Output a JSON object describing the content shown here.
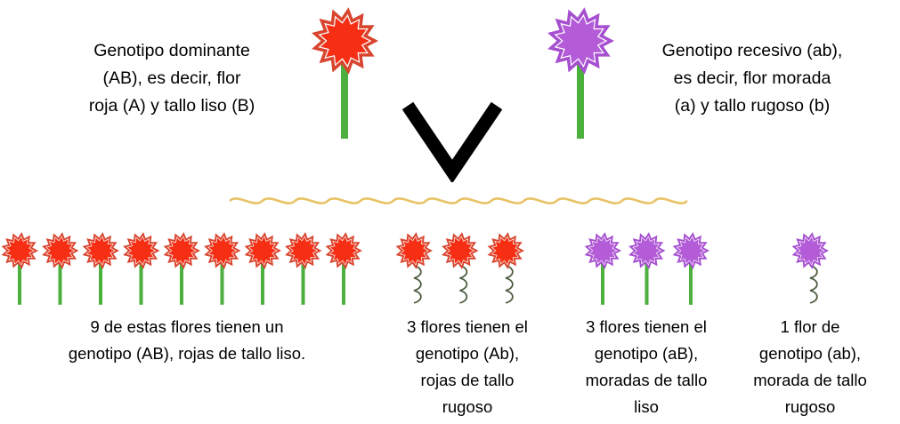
{
  "diagram": {
    "title_text_left": "Genotipo dominante\n(AB), es decir, flor\nroja (A) y tallo liso (B)",
    "title_text_right": "Genotipo recesivo (ab),\nes decir, flor morada\n(a) y tallo rugoso (b)"
  },
  "parents": {
    "dominant": {
      "label": "Genotipo dominante\n(AB), es decir, flor\nroja (A) y tallo liso (B)",
      "flower_color": "#f62e13",
      "flower_edge_color": "#d8452e",
      "stem_color": "#4caf3e",
      "stem_type": "liso"
    },
    "recessive": {
      "label": "Genotipo recesivo (ab),\nes decir, flor morada\n(a) y tallo rugoso (b)",
      "flower_color": "#b45bd8",
      "flower_edge_color": "#a64fd0",
      "stem_color": "#4caf3e",
      "stem_type": "liso"
    }
  },
  "connector": {
    "chevron_name": "v-chevron",
    "chevron_color": "#000000",
    "wave_name": "wavy-divider",
    "wave_color": "#e8c264",
    "wave_cycles": 14
  },
  "offspring": [
    {
      "id": "group-ab-dominant",
      "count": 9,
      "flower_color": "#f62e13",
      "flower_edge_color": "#d8452e",
      "stem_color": "#4caf3e",
      "stem_type": "liso",
      "caption": "9 de estas flores tienen un\ngenotipo (AB), rojas de tallo liso."
    },
    {
      "id": "group-Ab",
      "count": 3,
      "flower_color": "#f62e13",
      "flower_edge_color": "#d8452e",
      "stem_color": "#4a5a3c",
      "stem_type": "rugoso",
      "caption": "3 flores tienen el\ngenotipo (Ab),\nrojas de tallo\nrugoso"
    },
    {
      "id": "group-aB",
      "count": 3,
      "flower_color": "#b45bd8",
      "flower_edge_color": "#a64fd0",
      "stem_color": "#4caf3e",
      "stem_type": "liso",
      "caption": "3 flores tienen el\ngenotipo (aB),\nmoradas de tallo\nliso"
    },
    {
      "id": "group-ab-recessive",
      "count": 1,
      "flower_color": "#b45bd8",
      "flower_edge_color": "#a64fd0",
      "stem_color": "#4a5a3c",
      "stem_type": "rugoso",
      "caption": "1 flor de\ngenotipo (ab),\nmorada de tallo\nrugoso"
    }
  ]
}
